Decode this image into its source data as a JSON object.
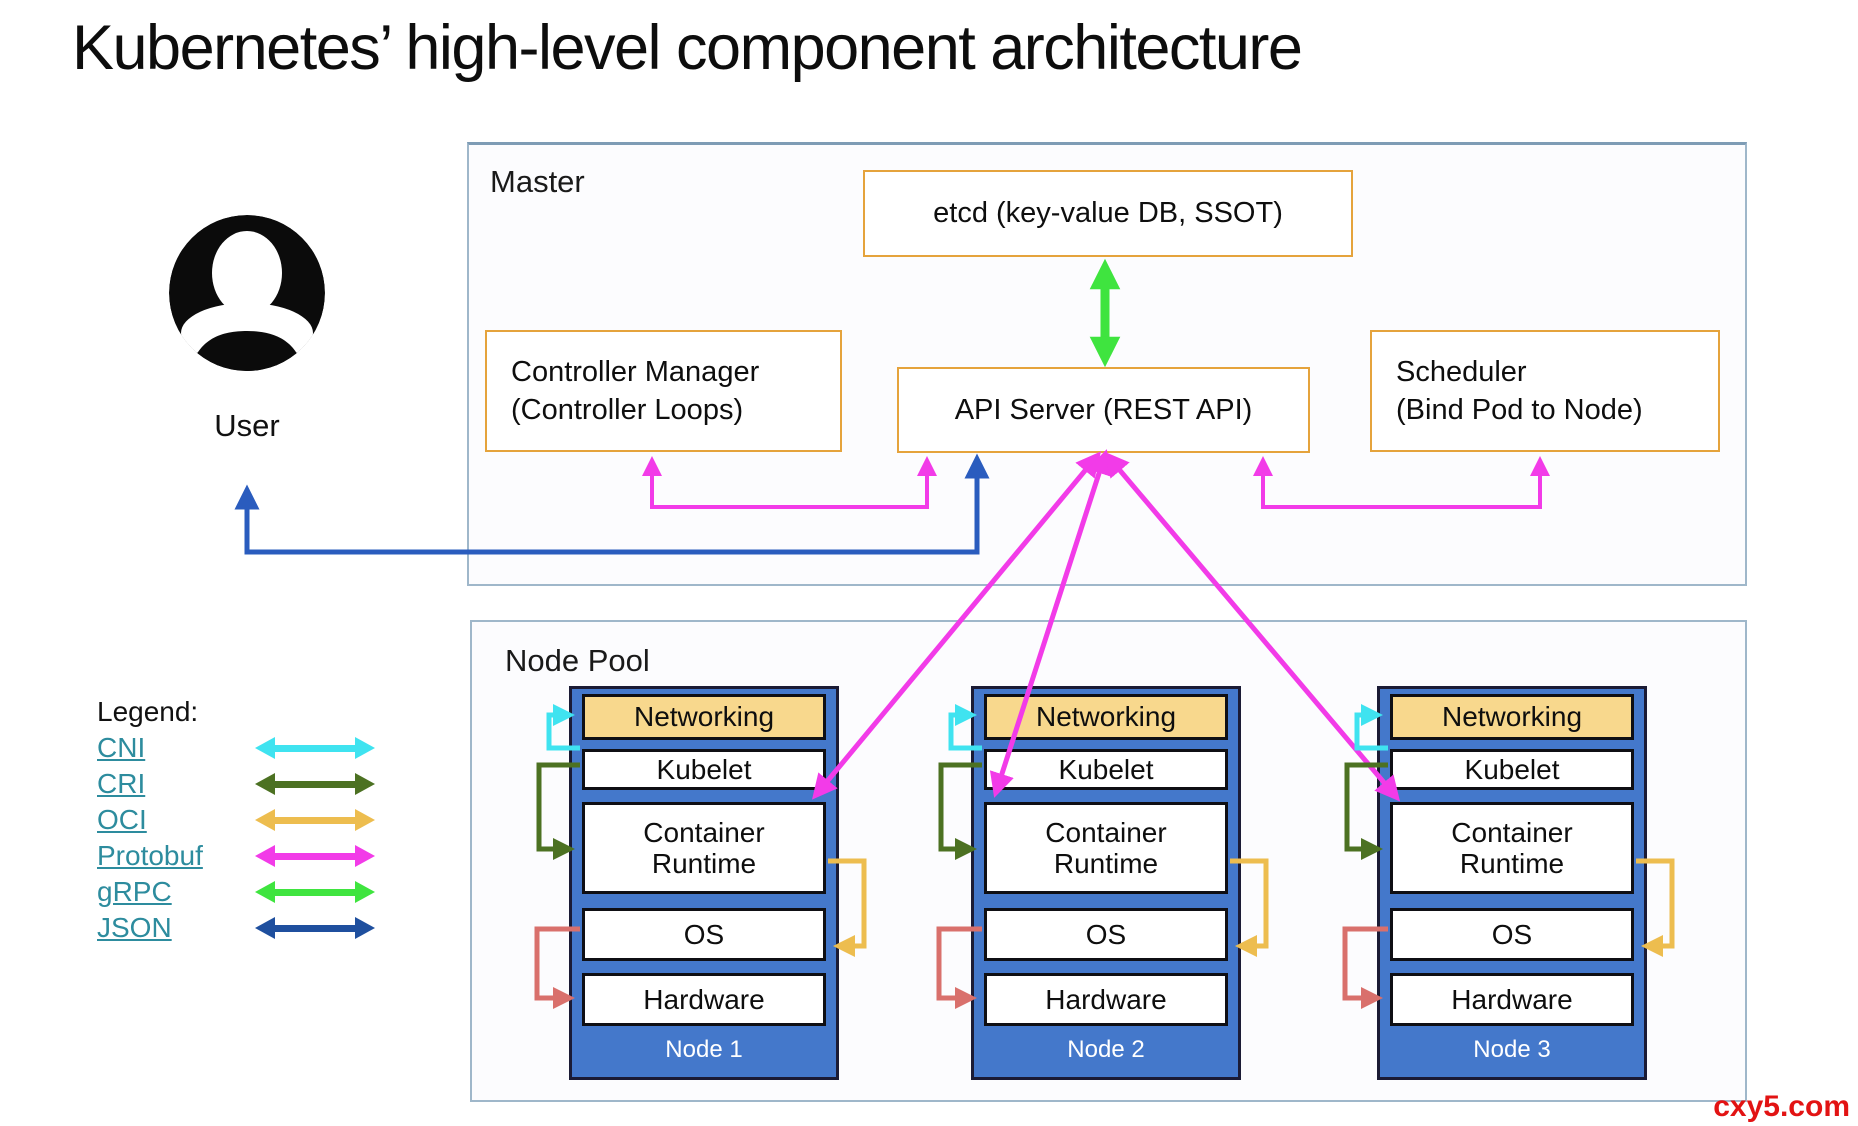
{
  "title": "Kubernetes’ high-level component architecture",
  "user": {
    "label": "User"
  },
  "master": {
    "label": "Master",
    "etcd_label": "etcd (key-value DB, SSOT)",
    "controller_manager_label": "Controller Manager\n(Controller Loops)",
    "api_server_label": "API Server (REST API)",
    "scheduler_label": "Scheduler\n(Bind Pod to Node)"
  },
  "node_pool": {
    "label": "Node Pool",
    "layers": [
      "Networking",
      "Kubelet",
      "Container Runtime",
      "OS",
      "Hardware"
    ],
    "nodes": [
      {
        "name": "Node 1"
      },
      {
        "name": "Node 2"
      },
      {
        "name": "Node 3"
      }
    ]
  },
  "legend": {
    "label": "Legend:",
    "entries": [
      {
        "label": "CNI",
        "color": "#3FE3F0"
      },
      {
        "label": "CRI",
        "color": "#4C7122"
      },
      {
        "label": "OCI",
        "color": "#EDBD4F"
      },
      {
        "label": "Protobuf",
        "color": "#F23BE8"
      },
      {
        "label": "gRPC",
        "color": "#3FE43F"
      },
      {
        "label": "JSON",
        "color": "#1F4F9E"
      }
    ]
  },
  "watermark": "cxy5.com",
  "colors": {
    "c_cni": "#3FE3F0",
    "c_cri": "#4C7122",
    "c_oci": "#EDBD4F",
    "c_proto": "#F23BE8",
    "c_grpc": "#3FE43F",
    "c_json": "#1F4F9E",
    "c_json_line": "#2A5CBE",
    "c_oshw": "#D9706C",
    "node_fill": "#4478CB",
    "node_border": "#1B1B35",
    "networking_fill": "#F8D88D",
    "box_border": "#E5A33C",
    "frame_border": "#9FB7CA",
    "frame_top": "#7E9CB5",
    "link_teal": "#2D8C9E",
    "watermark_red": "#E21313"
  }
}
